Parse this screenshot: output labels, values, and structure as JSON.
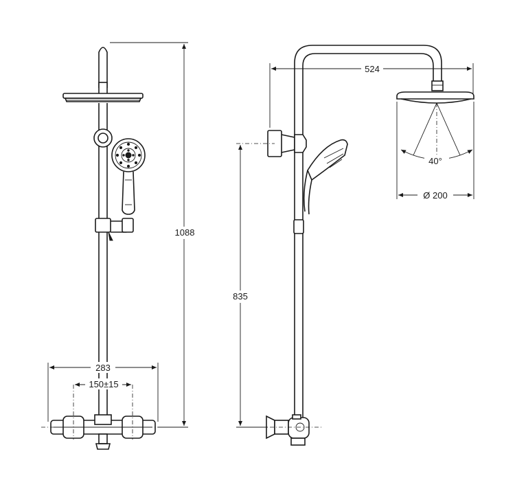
{
  "dimensions": {
    "total_height": "1088",
    "overall_width": "283",
    "inlet_spacing": "150±15",
    "arm_reach": "524",
    "mixer_to_slider": "835",
    "spray_angle": "40°",
    "head_diameter": "Ø 200"
  }
}
